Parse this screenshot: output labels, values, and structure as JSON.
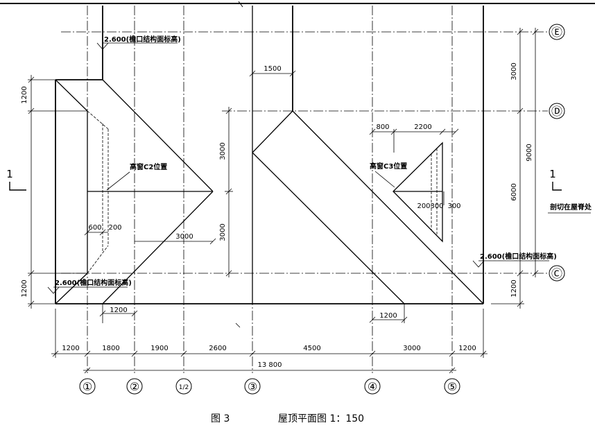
{
  "caption": {
    "figure_no": "图 3",
    "title": "屋顶平面图 1：150"
  },
  "axes_v": [
    "①",
    "②",
    "1/2",
    "③",
    "④",
    "⑤"
  ],
  "axes_h": [
    "Ⓔ",
    "Ⓓ",
    "Ⓒ"
  ],
  "section_mark": {
    "label": "1",
    "note": "剖切在屋脊处"
  },
  "notes": {
    "elev": "2.600(檐口结构面标高)",
    "c2": "高窗C2位置",
    "c3": "高窗C3位置"
  },
  "dims_bottom": [
    "1200",
    "1800",
    "1900",
    "2600",
    "4500",
    "3000",
    "1200"
  ],
  "dim_total": "13 800",
  "dims_right_inner": [
    "3000",
    "6000",
    "1200"
  ],
  "dims_right_outer": "9000",
  "dims_left": [
    "1200",
    "1200"
  ],
  "dims_mid": [
    "3000",
    "3000"
  ],
  "dims_misc": {
    "top": "1500",
    "c3_800": "800",
    "c3_2200": "2200",
    "c3_200": "200",
    "c3_300a": "300",
    "c3_300b": "300",
    "c2_600": "600",
    "c2_200": "200",
    "c2_3000": "3000",
    "bot_left": "1200",
    "bot_right": "1200"
  }
}
